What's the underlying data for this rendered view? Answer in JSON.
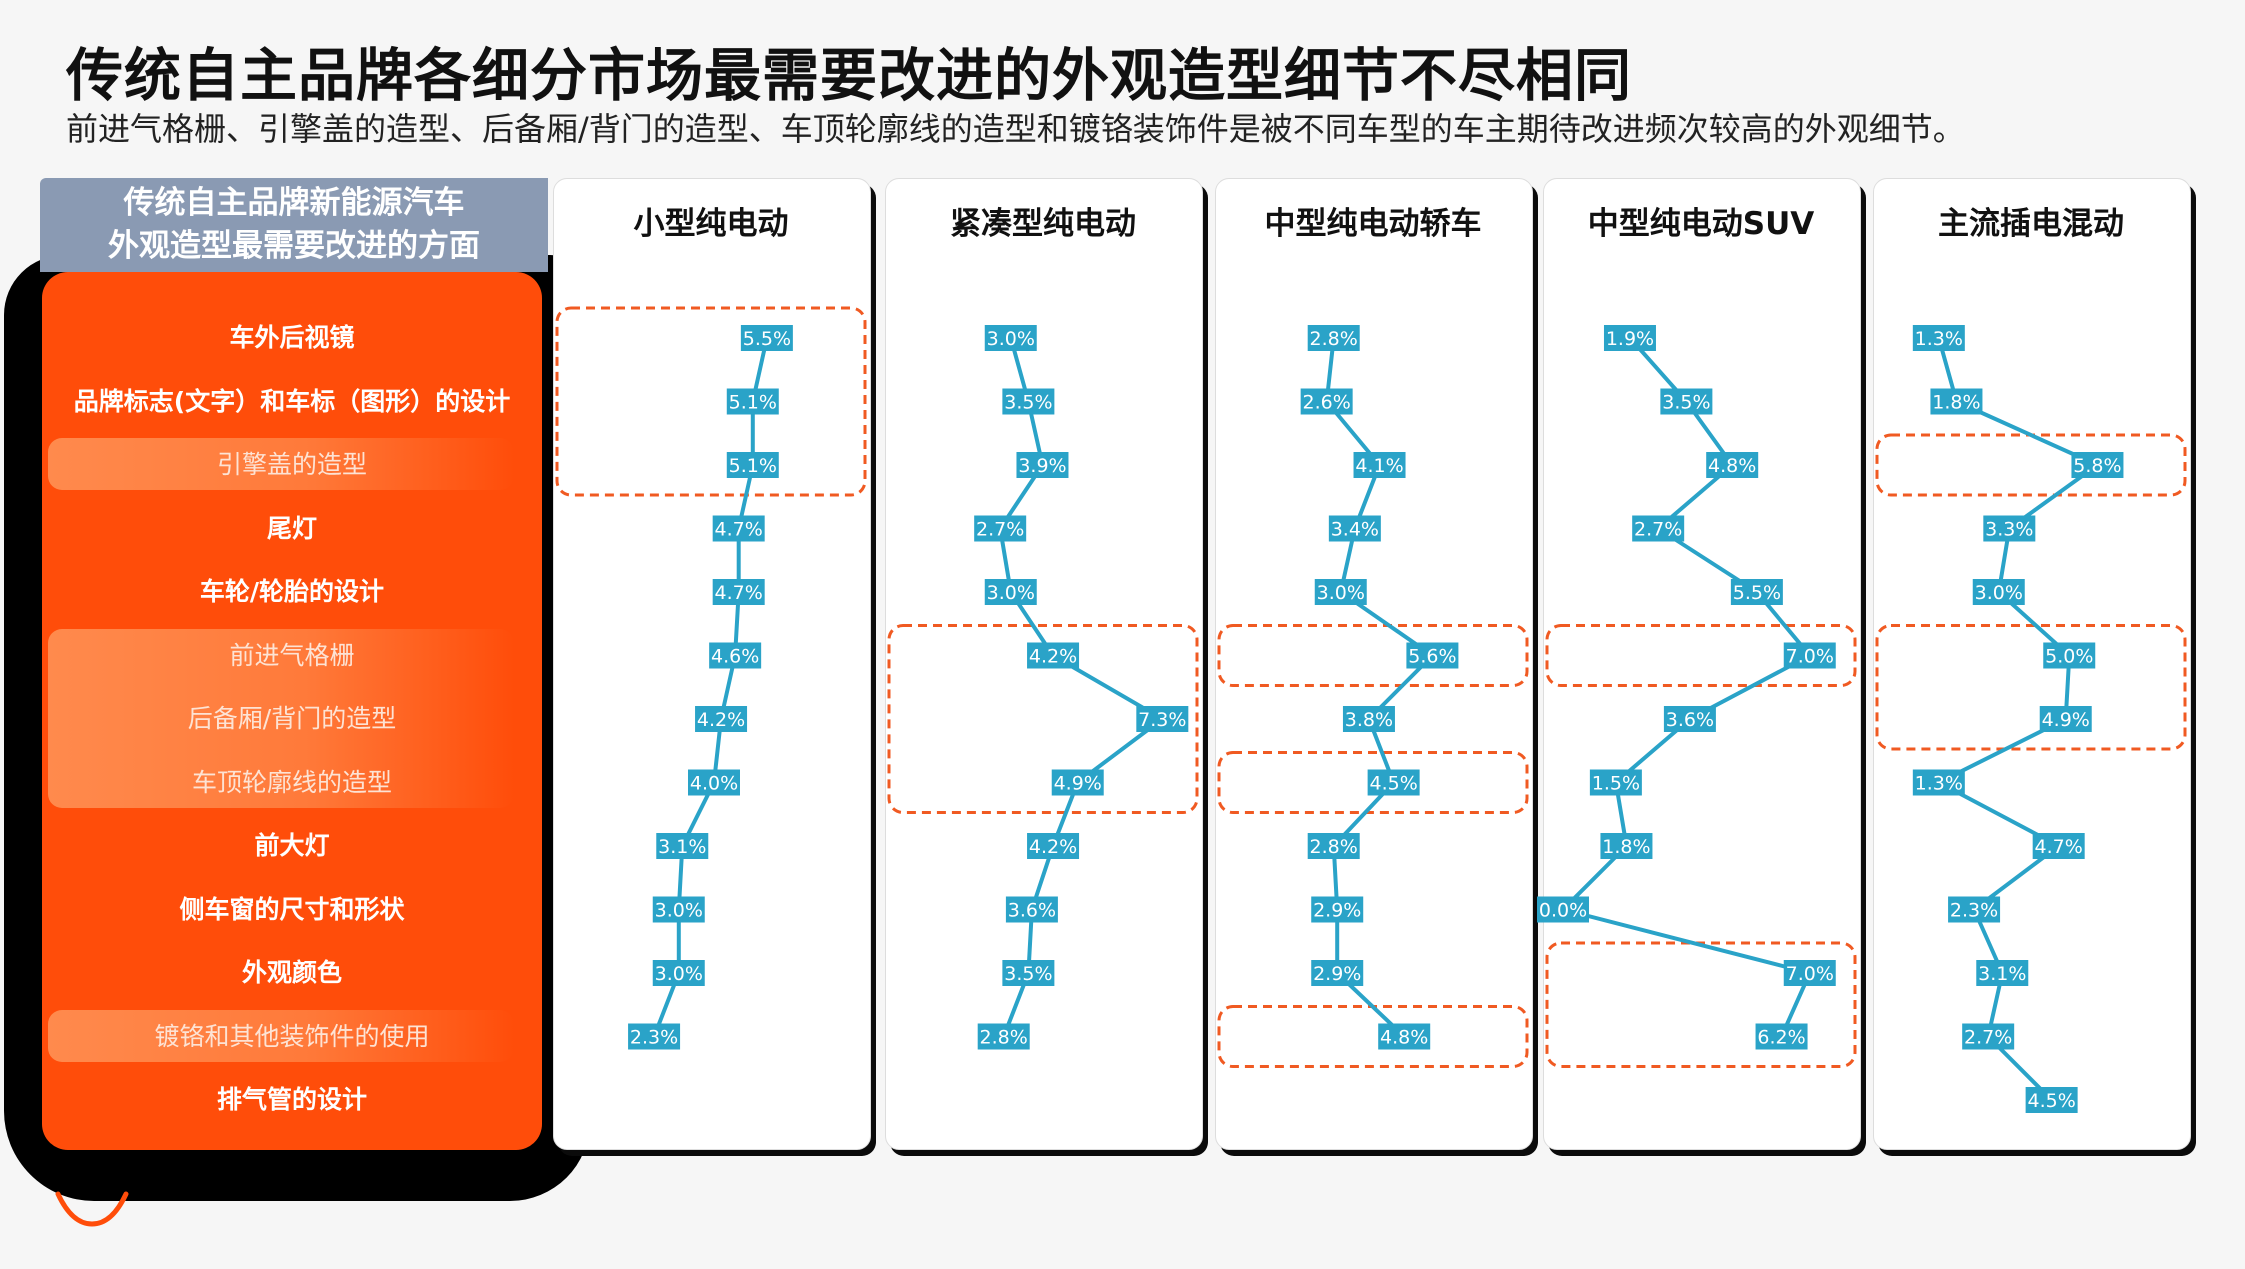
{
  "title": "传统自主品牌各细分市场最需要改进的外观造型细节不尽相同",
  "subtitle": "前进气格栅、引擎盖的造型、后备厢/背门的造型、车顶轮廓线的造型和镀铬装饰件是被不同车型的车主期待改进频次较高的外观细节。",
  "sidebar": {
    "header_line1": "传统自主品牌新能源汽车",
    "header_line2": "外观造型最需要改进的方面"
  },
  "colors": {
    "accent_orange": "#ff4d0a",
    "line_blue": "#2aa3c8",
    "label_bg": "#2aa3c8",
    "highlight_dash": "#f05a22"
  },
  "chart_data": {
    "type": "line",
    "orientation": "vertical",
    "categories": [
      "车外后视镜",
      "品牌标志(文字）和车标（图形）的设计",
      "引擎盖的造型",
      "尾灯",
      "车轮/轮胎的设计",
      "前进气格栅",
      "后备厢/背门的造型",
      "车顶轮廓线的造型",
      "前大灯",
      "侧车窗的尺寸和形状",
      "外观颜色",
      "镀铬和其他装饰件的使用",
      "排气管的设计"
    ],
    "highlighted_categories": [
      "引擎盖的造型",
      "前进气格栅",
      "后备厢/背门的造型",
      "车顶轮廓线的造型",
      "镀铬和其他装饰件的使用"
    ],
    "series": [
      {
        "name": "小型纯电动",
        "values": [
          5.5,
          5.1,
          5.1,
          4.7,
          4.7,
          4.6,
          4.2,
          4.0,
          3.1,
          3.0,
          3.0,
          2.3,
          null
        ],
        "labels": [
          "5.5%",
          "5.1%",
          "5.1%",
          "4.7%",
          "4.7%",
          "4.6%",
          "4.2%",
          "4.0%",
          "3.1%",
          "3.0%",
          "3.0%",
          "2.3%",
          ""
        ],
        "highlight_ranges": [
          [
            0,
            2
          ]
        ]
      },
      {
        "name": "紧凑型纯电动",
        "values": [
          3.0,
          3.5,
          3.9,
          2.7,
          3.0,
          4.2,
          7.3,
          4.9,
          4.2,
          3.6,
          3.5,
          2.8,
          null
        ],
        "labels": [
          "3.0%",
          "3.5%",
          "3.9%",
          "2.7%",
          "3.0%",
          "4.2%",
          "7.3%",
          "4.9%",
          "4.2%",
          "3.6%",
          "3.5%",
          "2.8%",
          ""
        ],
        "highlight_ranges": [
          [
            5,
            7
          ]
        ]
      },
      {
        "name": "中型纯电动轿车",
        "values": [
          2.8,
          2.6,
          4.1,
          3.4,
          3.0,
          5.6,
          3.8,
          4.5,
          2.8,
          2.9,
          2.9,
          4.8,
          null
        ],
        "labels": [
          "2.8%",
          "2.6%",
          "4.1%",
          "3.4%",
          "3.0%",
          "5.6%",
          "3.8%",
          "4.5%",
          "2.8%",
          "2.9%",
          "2.9%",
          "4.8%",
          ""
        ],
        "highlight_ranges": [
          [
            5,
            5
          ],
          [
            7,
            7
          ],
          [
            11,
            11
          ]
        ]
      },
      {
        "name": "中型纯电动SUV",
        "values": [
          1.9,
          3.5,
          4.8,
          2.7,
          5.5,
          7.0,
          3.6,
          1.5,
          1.8,
          0.0,
          7.0,
          6.2,
          null
        ],
        "labels": [
          "1.9%",
          "3.5%",
          "4.8%",
          "2.7%",
          "5.5%",
          "7.0%",
          "3.6%",
          "1.5%",
          "1.8%",
          "0.0%",
          "7.0%",
          "6.2%",
          ""
        ],
        "highlight_ranges": [
          [
            5,
            5
          ],
          [
            10,
            11
          ]
        ]
      },
      {
        "name": "主流插电混动",
        "values": [
          1.3,
          1.8,
          5.8,
          3.3,
          3.0,
          5.0,
          4.9,
          1.3,
          4.7,
          2.3,
          3.1,
          2.7,
          4.5
        ],
        "labels": [
          "1.3%",
          "1.8%",
          "5.8%",
          "3.3%",
          "3.0%",
          "5.0%",
          "4.9%",
          "1.3%",
          "4.7%",
          "2.3%",
          "3.1%",
          "2.7%",
          "4.5%"
        ],
        "highlight_ranges": [
          [
            2,
            2
          ],
          [
            5,
            6
          ]
        ]
      }
    ],
    "xlim": [
      0,
      8
    ],
    "grid": false,
    "legend": "none"
  }
}
